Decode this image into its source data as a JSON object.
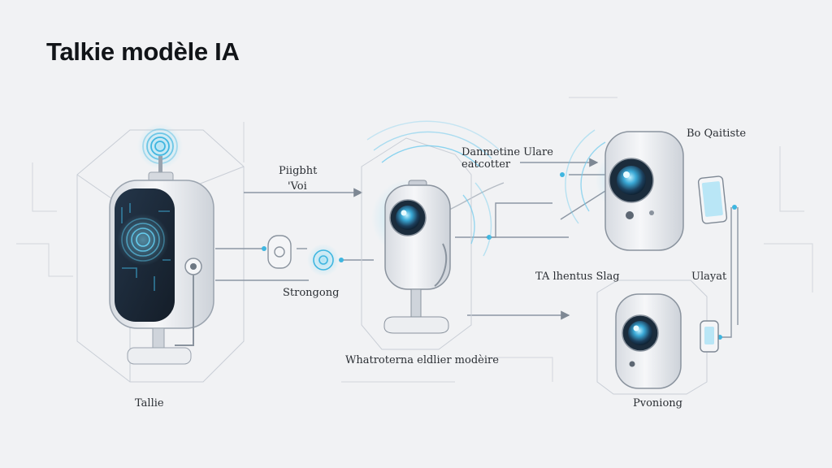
{
  "title": "Talkie modèle IA",
  "labels": {
    "device_left": "Tallie",
    "arrow_top_1": "Piigbht",
    "arrow_top_2": "'Voi",
    "arrow_mid": "Strongong",
    "center_top_1": "Danmetine Ulare",
    "center_top_2": "eatcotter",
    "center_bottom": "Whatroterna eldlier modèire",
    "right_top": "Bo Qaitiste",
    "right_mid": "TA lhentus Slag",
    "right_side": "Ulayat",
    "right_bottom": "Pvoniong"
  },
  "colors": {
    "accent": "#4fc3e8",
    "accent_soft": "#a9def2",
    "screen_dark": "#1d2b3a",
    "device_body": "#e9ebef",
    "line": "#8c96a3"
  },
  "icons": [
    "wifi-signal-icon",
    "fingerprint-icon",
    "sound-wave-icon",
    "camera-lens-icon",
    "tablet-icon"
  ]
}
